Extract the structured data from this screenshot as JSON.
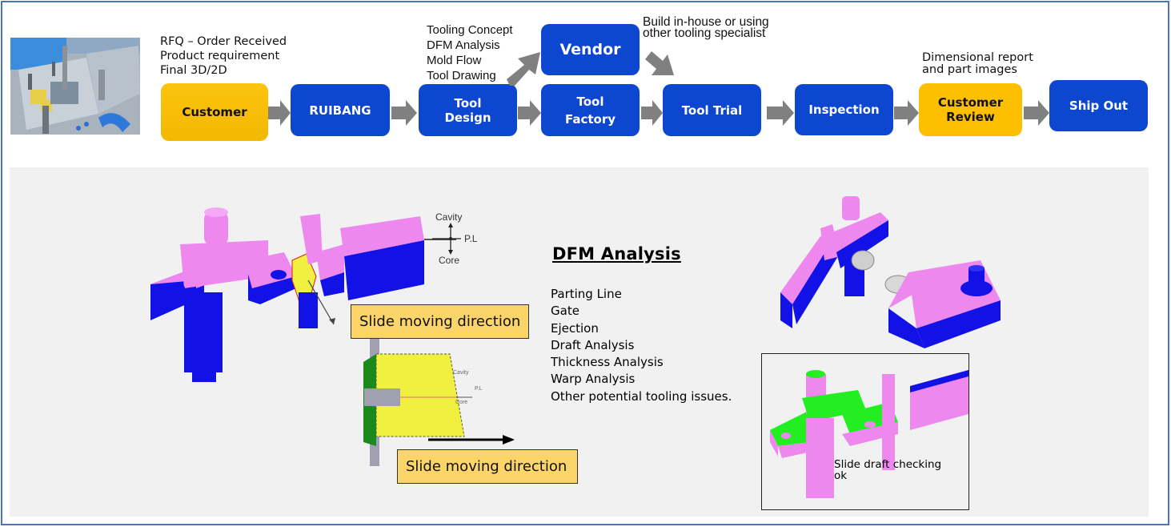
{
  "flow": {
    "photo_label": "mold-tool-photo",
    "notes": {
      "customer": "RFQ – Order Received\nProduct requirement\nFinal 3D/2D",
      "tool_design": "Tooling Concept\nDFM Analysis\nMold Flow\nTool Drawing",
      "vendor": "Build in-house or using\nother tooling specialist",
      "customer_review": "Dimensional report\n and part images"
    },
    "nodes": [
      {
        "id": "customer",
        "label": "Customer",
        "color": "#fcc000"
      },
      {
        "id": "ruibang",
        "label": "RUIBANG",
        "color": "#0d47cf"
      },
      {
        "id": "tool_design",
        "label": "Tool\nDesign",
        "color": "#0d47cf"
      },
      {
        "id": "vendor",
        "label": "Vendor",
        "color": "#0d47cf"
      },
      {
        "id": "tool_factory",
        "label": "Tool\nFactory",
        "color": "#0d47cf"
      },
      {
        "id": "tool_trial",
        "label": "Tool Trial",
        "color": "#0d47cf"
      },
      {
        "id": "inspection",
        "label": "Inspection",
        "color": "#0d47cf"
      },
      {
        "id": "customer_review",
        "label": "Customer\nReview",
        "color": "#fcc000"
      },
      {
        "id": "ship_out",
        "label": "Ship Out",
        "color": "#0d47cf"
      }
    ],
    "arrow_color": "#808080"
  },
  "dfm": {
    "title": "DFM Analysis",
    "items": [
      "Parting  Line",
      "Gate",
      "Ejection",
      "Draft Analysis",
      "Thickness Analysis",
      "Warp Analysis",
      "Other potential tooling issues."
    ],
    "callout_top": "Slide moving direction",
    "callout_bottom": "Slide moving direction",
    "pl_diagram": {
      "cavity": "Cavity",
      "pl": "P.L",
      "core": "Core"
    },
    "pl_diagram_small": {
      "cavity": "Cavity",
      "pl": "P.L",
      "core": "Core"
    },
    "inset_caption": "Slide draft checking\nok",
    "colors": {
      "cavity_side": "#ee88ee",
      "core_side": "#1010e0",
      "slide": "#f0f040",
      "draft_ok": "#22ee22"
    }
  }
}
